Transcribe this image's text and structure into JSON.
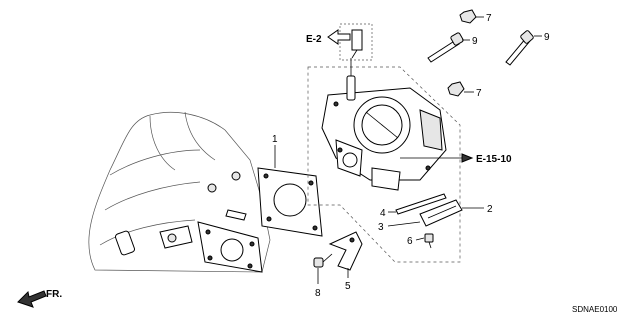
{
  "diagram": {
    "diagram_code": "SDNAE0100",
    "direction_label": "FR.",
    "refs": {
      "e2": "E-2",
      "e1510": "E-15-10"
    },
    "callouts": {
      "c1": "1",
      "c2": "2",
      "c3": "3",
      "c4": "4",
      "c5": "5",
      "c6": "6",
      "c7_top": "7",
      "c7_mid": "7",
      "c8": "8",
      "c9_left": "9",
      "c9_right": "9"
    }
  }
}
